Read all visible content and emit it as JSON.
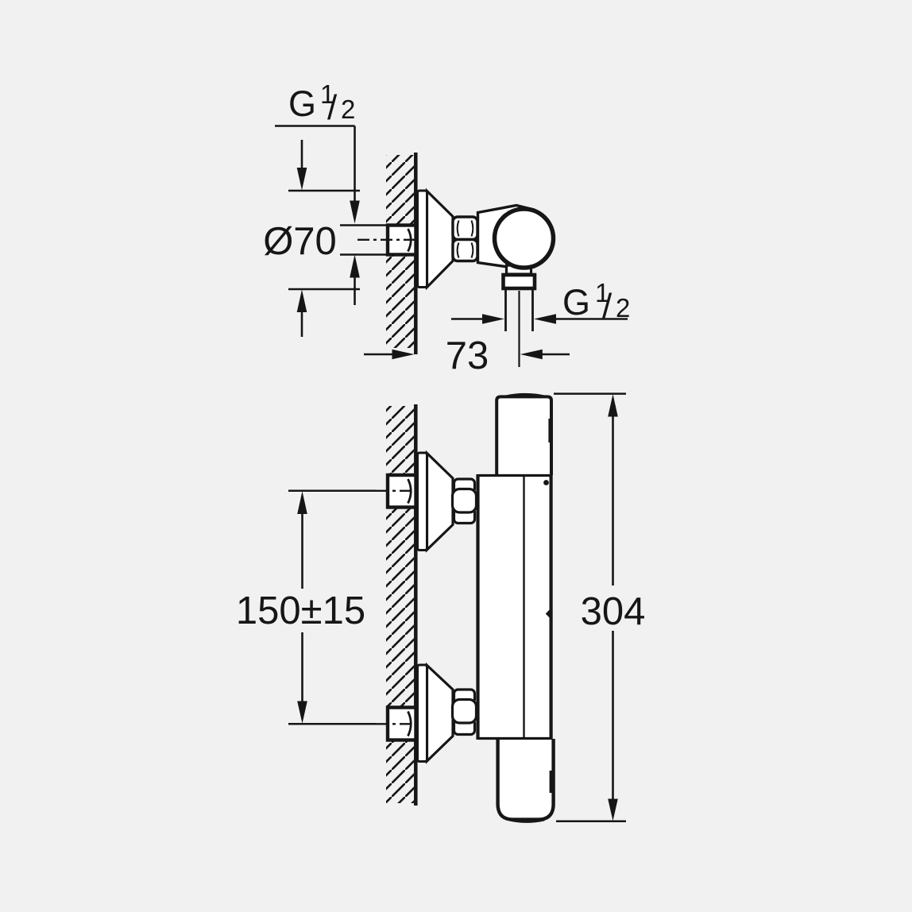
{
  "drawing": {
    "type": "installation-dimension-drawing",
    "subject": "wall-mounted thermostatic shower mixer, side view and front view",
    "colors": {
      "background": "#f1f1f1",
      "line": "#161616"
    },
    "labels": {
      "thread": {
        "prefix": "G",
        "numerator": "1",
        "slash": "/",
        "denominator": "2"
      },
      "escutcheon_diameter": "Ø70",
      "wall_to_outlet": "73",
      "connection_spacing": "150±15",
      "overall_height": "304"
    }
  }
}
